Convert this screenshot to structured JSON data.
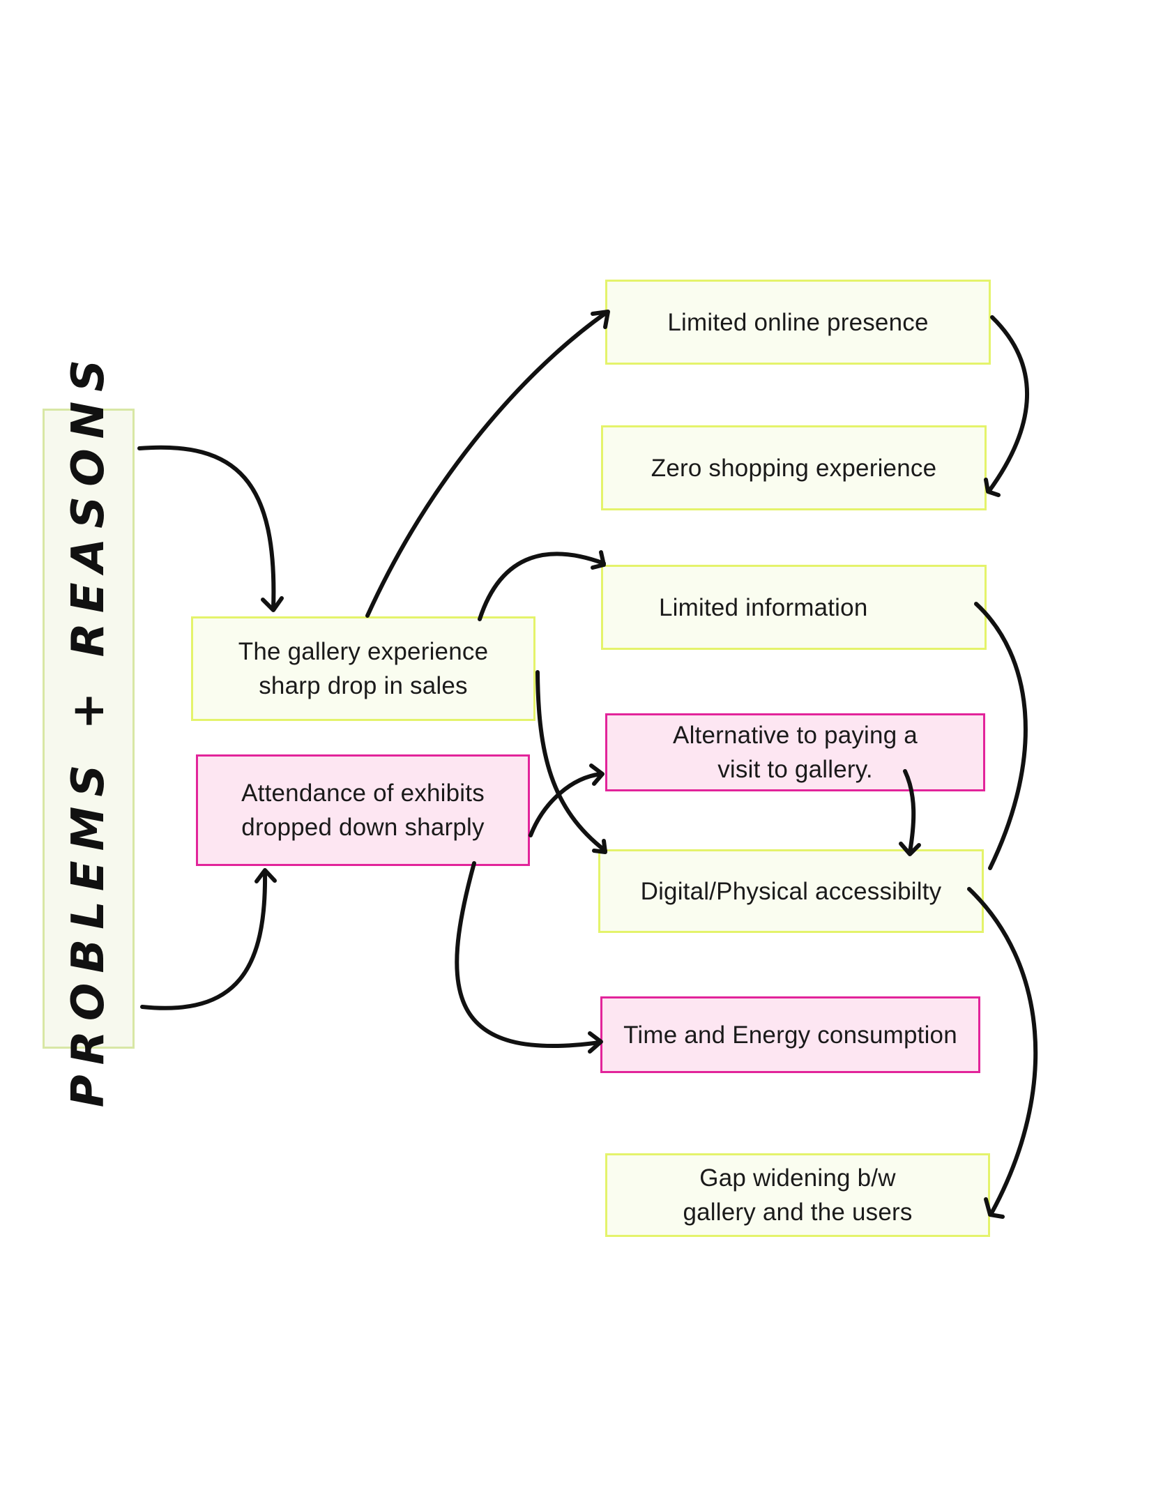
{
  "title": "PROBLEMS + REASONS",
  "problems": [
    {
      "id": "sales",
      "text": "The gallery experience\nsharp drop in sales"
    },
    {
      "id": "attendance",
      "text": "Attendance of exhibits\ndropped down sharply"
    }
  ],
  "reasons": [
    {
      "id": "online",
      "text": "Limited online presence"
    },
    {
      "id": "shopping",
      "text": "Zero shopping experience"
    },
    {
      "id": "info",
      "text": "Limited information"
    },
    {
      "id": "alternative",
      "text": "Alternative to paying a\nvisit to gallery."
    },
    {
      "id": "access",
      "text": "Digital/Physical accessibilty"
    },
    {
      "id": "time",
      "text": "Time and Energy consumption"
    },
    {
      "id": "gap",
      "text": "Gap widening b/w\ngallery and the users"
    }
  ],
  "colors": {
    "green_fill": "#fafdf0",
    "green_border": "#e4f36b",
    "pink_fill": "#fde6f2",
    "pink_border": "#e2249a",
    "arrow": "#111111"
  }
}
